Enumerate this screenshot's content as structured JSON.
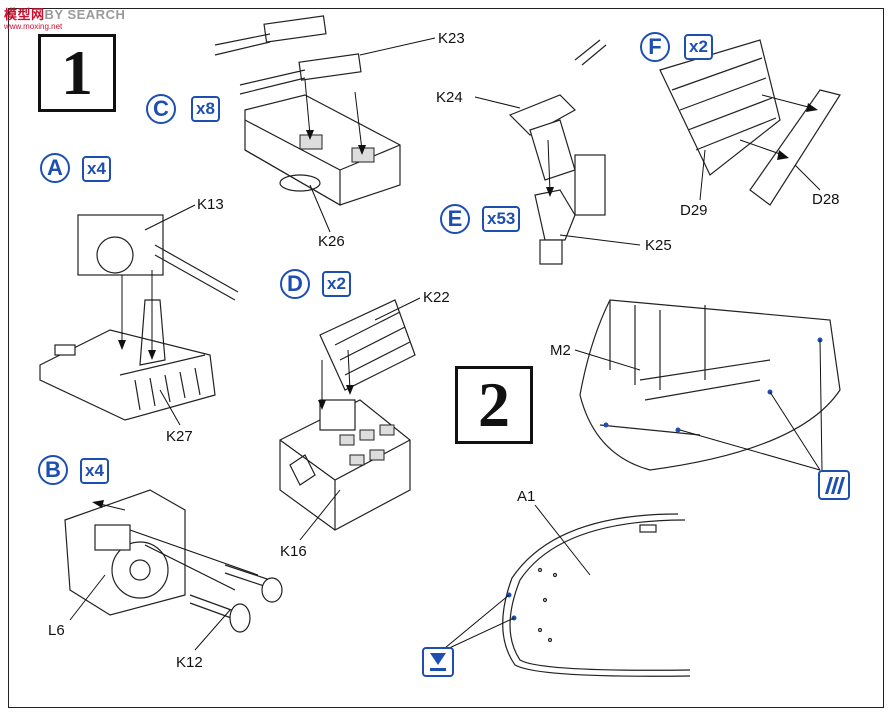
{
  "watermark": {
    "main_red": "模型网",
    "main_gray": "BY SEARCH",
    "sub": "www.moxing.net"
  },
  "steps": {
    "one": "1",
    "two": "2"
  },
  "subassemblies": {
    "A": {
      "letter": "A",
      "qty": "x4"
    },
    "B": {
      "letter": "B",
      "qty": "x4"
    },
    "C": {
      "letter": "C",
      "qty": "x8"
    },
    "D": {
      "letter": "D",
      "qty": "x2"
    },
    "E": {
      "letter": "E",
      "qty": "x53"
    },
    "F": {
      "letter": "F",
      "qty": "x2"
    }
  },
  "parts": {
    "K23": "K23",
    "K26": "K26",
    "K24": "K24",
    "K25": "K25",
    "D29": "D29",
    "D28": "D28",
    "K13": "K13",
    "K27": "K27",
    "K22": "K22",
    "K16": "K16",
    "M2": "M2",
    "L6": "L6",
    "K12": "K12",
    "A1": "A1"
  },
  "icons": [
    "glue-icon",
    "drill-hole-icon"
  ],
  "colors": {
    "accent": "#1d4fb3",
    "ink": "#222222",
    "watermark": "#c8102e"
  }
}
